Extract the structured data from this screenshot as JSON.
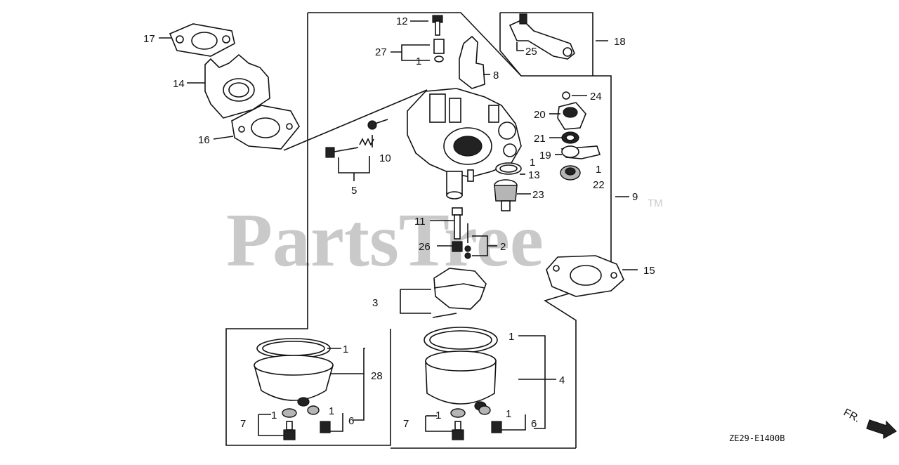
{
  "watermark": {
    "text": "PartsTree",
    "tm": "TM"
  },
  "diagram_code": "ZE29-E1400B",
  "direction_label": "FR.",
  "callouts": {
    "c12": "12",
    "c27": "27",
    "c1a": "1",
    "c8": "8",
    "c17": "17",
    "c14": "14",
    "c16": "16",
    "c18": "18",
    "c25": "25",
    "c24": "24",
    "c20": "20",
    "c21": "21",
    "c19": "19",
    "c1b": "1",
    "c22": "22",
    "c1c": "1",
    "c13": "13",
    "c23": "23",
    "c9": "9",
    "c10": "10",
    "c5": "5",
    "c11": "11",
    "c26": "26",
    "c2": "2",
    "c15": "15",
    "c3": "3",
    "c1d": "1",
    "c28": "28",
    "c1e": "1",
    "c6a": "6",
    "c7a": "7",
    "c1f": "1",
    "c1g": "1",
    "c4": "4",
    "c1h": "1",
    "c6b": "6",
    "c7b": "7",
    "c1i": "1"
  }
}
